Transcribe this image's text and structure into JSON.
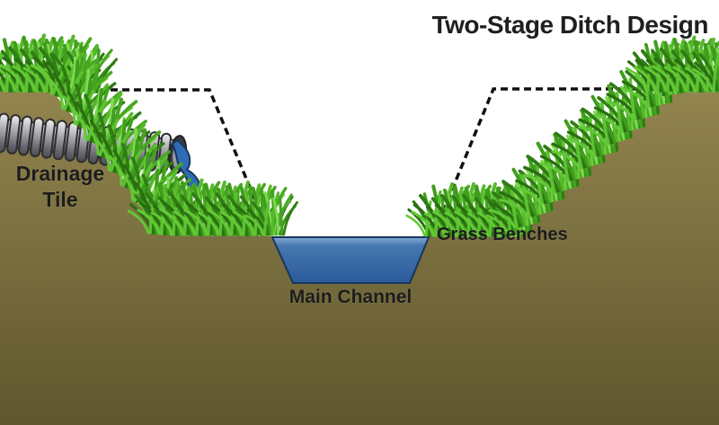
{
  "title": "Two-Stage Ditch Design",
  "labels": {
    "drainage_tile": "Drainage Tile",
    "grass_benches": "Grass Benches",
    "main_channel": "Main Channel"
  },
  "colors": {
    "sky": "#ffffff",
    "soil_top": "#93854f",
    "soil_bottom": "#60562e",
    "grass_dark": "#2f7d14",
    "grass_mid": "#49a822",
    "grass_light": "#7ddb52",
    "water_top": "#85abd3",
    "water_mid": "#4878b0",
    "water_bottom": "#2a5a9a",
    "water_outline": "#17365e",
    "pipe_light": "#f0f0f2",
    "pipe_dark": "#4a4a52",
    "pipe_outline": "#2e2e33",
    "dashed_line": "#111111",
    "label_text": "#1c1c1c"
  }
}
